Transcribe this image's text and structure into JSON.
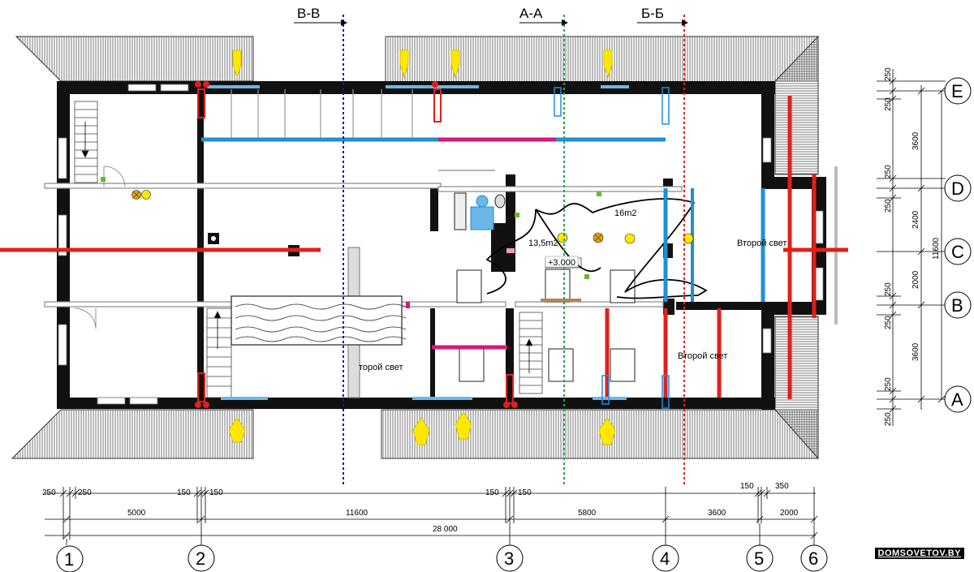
{
  "sections": {
    "vv": "В-В",
    "aa": "А-А",
    "bb": "Б-Б"
  },
  "rooms": {
    "area_1": "13,5m2",
    "area_2": "16m2",
    "level": "+3.000",
    "second_light_right": "Второй свет",
    "second_light_lower": "Второй свет",
    "second_light_center": "торой свет"
  },
  "dims_bottom": {
    "top_row": [
      "250",
      "250",
      "150",
      "150",
      "150",
      "150",
      "150",
      "350"
    ],
    "spans": [
      "5000",
      "11600",
      "5800",
      "3600",
      "2000"
    ],
    "total": "28 000"
  },
  "dims_right": {
    "spans": [
      "3600",
      "2400",
      "2000",
      "3600"
    ],
    "total": "11600",
    "offsets": [
      "250",
      "250",
      "250",
      "250",
      "250",
      "250",
      "250",
      "250"
    ]
  },
  "axes_x": [
    "1",
    "2",
    "3",
    "4",
    "5",
    "6"
  ],
  "axes_y": [
    "E",
    "D",
    "C",
    "B",
    "A"
  ],
  "watermark": "DOMSOVETOV.BY",
  "colors": {
    "heating_red": "#e0201c",
    "water_blue": "#1f8fd6",
    "magenta": "#d6197a",
    "section_vv": "#1a1a8c",
    "section_aa": "#2aa04a",
    "section_bb": "#e0201c",
    "light_yellow": "#ffe800"
  }
}
